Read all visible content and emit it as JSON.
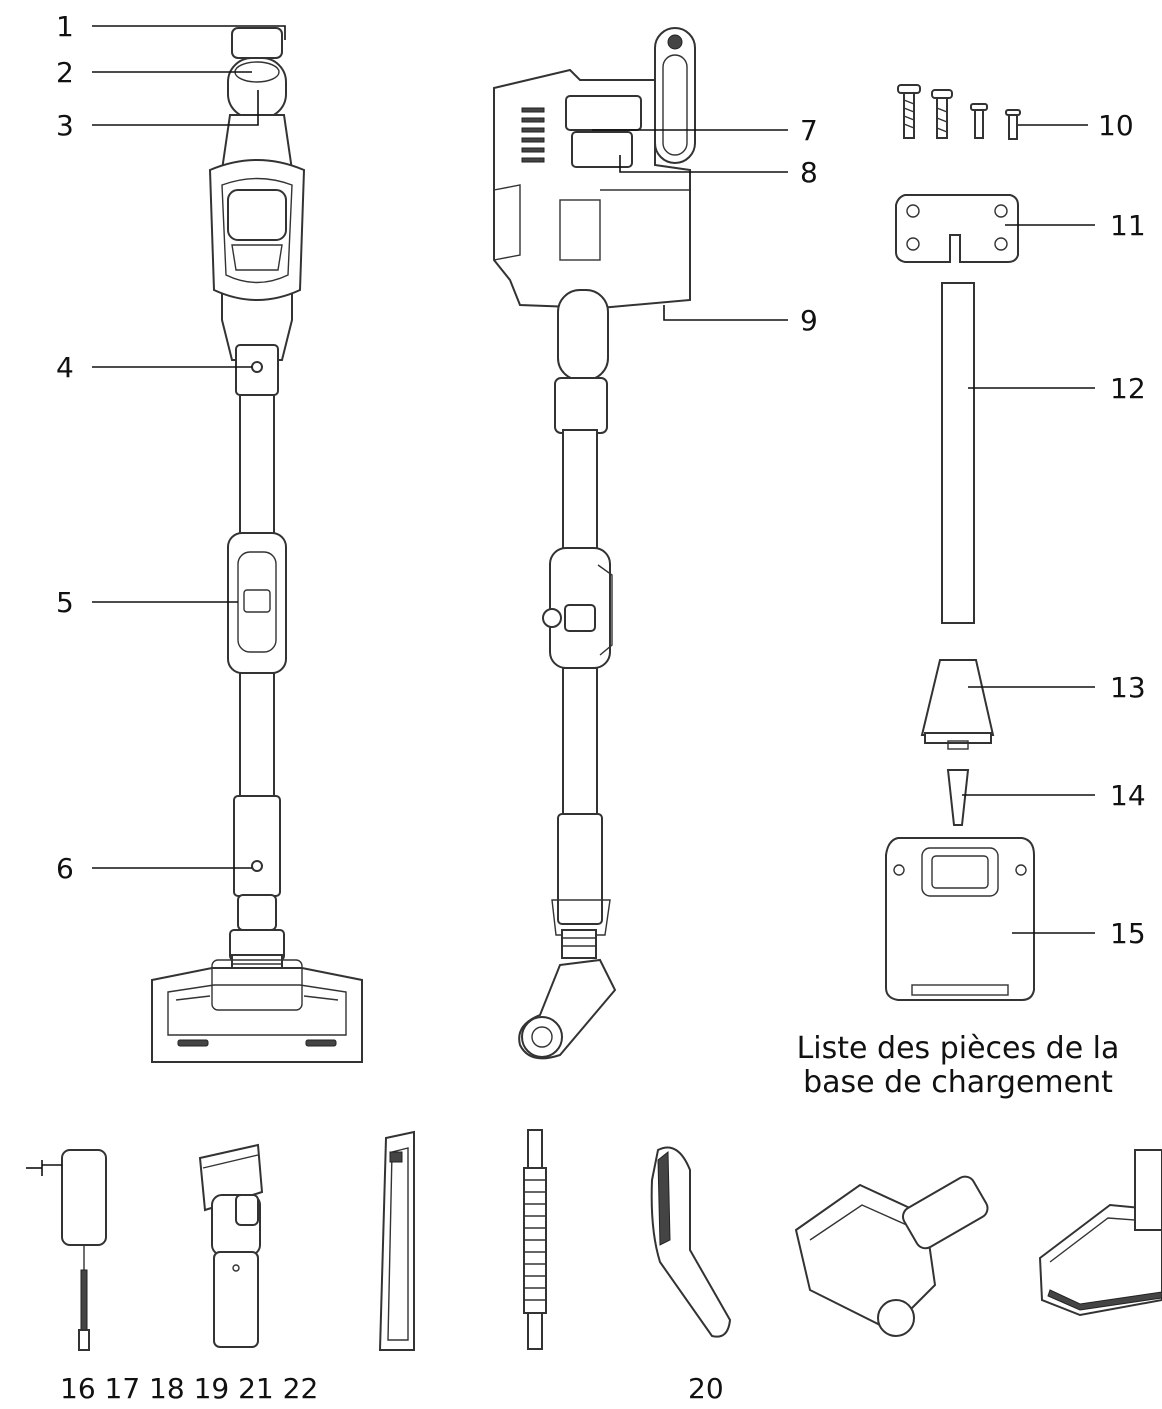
{
  "labels": {
    "l1": "1",
    "l2": "2",
    "l3": "3",
    "l4": "4",
    "l5": "5",
    "l6": "6",
    "l7": "7",
    "l8": "8",
    "l9": "9",
    "l10": "10",
    "l11": "11",
    "l12": "12",
    "l13": "13",
    "l14": "14",
    "l15": "15"
  },
  "caption": {
    "line1": "Liste des pièces de la",
    "line2": "base de chargement"
  },
  "bottom": {
    "numbers_left": "16 17 18 19 21 22",
    "number_right": "20"
  }
}
